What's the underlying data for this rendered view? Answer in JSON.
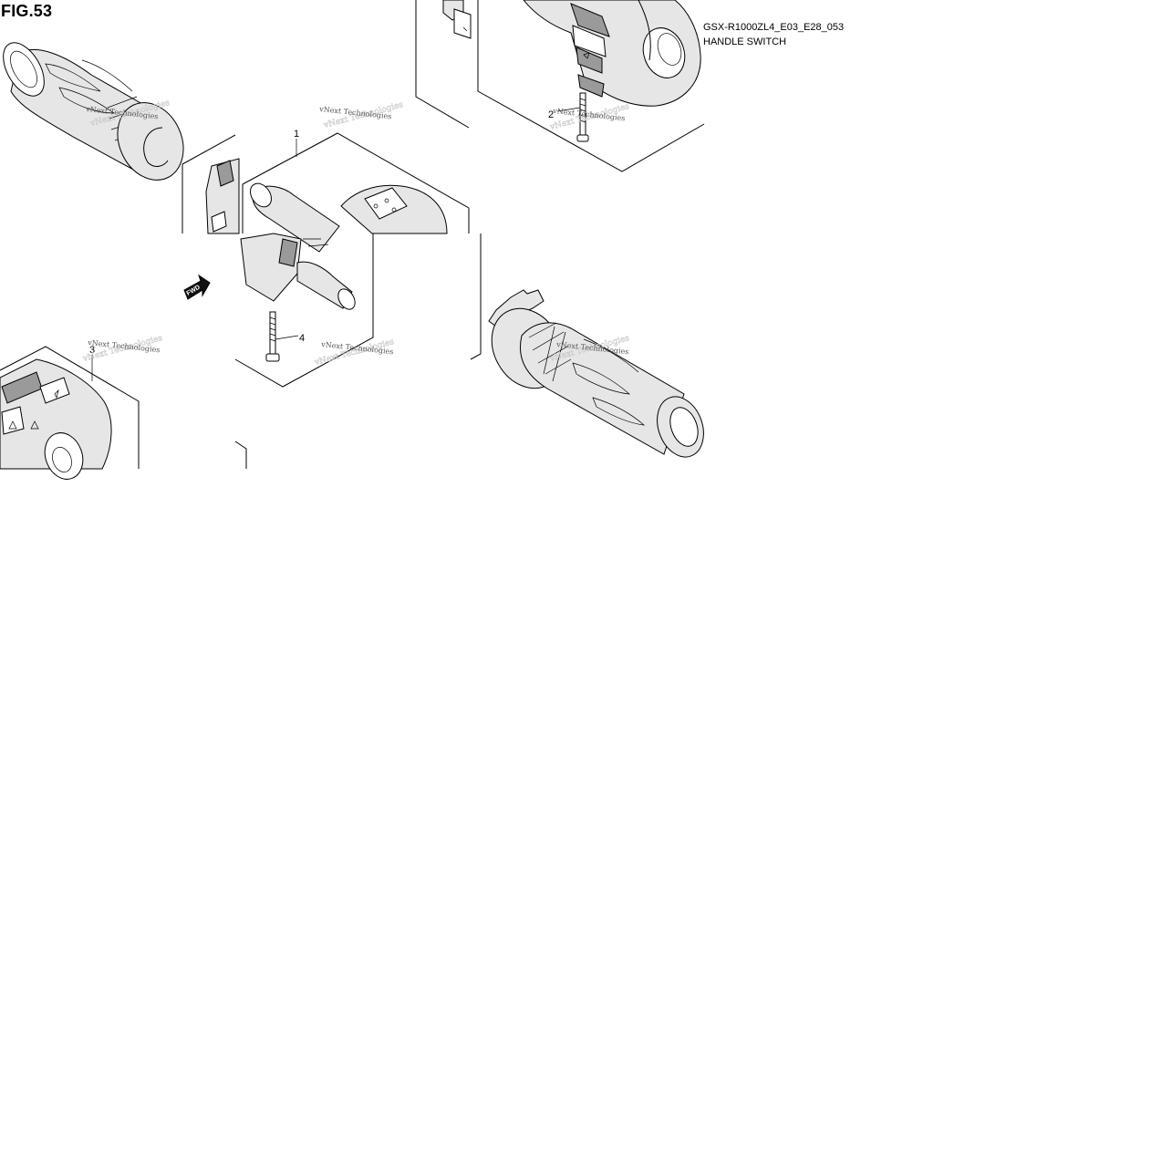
{
  "figure": {
    "title": "FIG.53",
    "model_code": "GSX-R1000ZL4_E03_E28_053",
    "section_name": "HANDLE SWITCH"
  },
  "watermark": {
    "text": "vNext Technologies"
  },
  "direction_label": "FWD",
  "callouts": [
    {
      "number": "1"
    },
    {
      "number": "2"
    },
    {
      "number": "3"
    },
    {
      "number": "4"
    }
  ]
}
